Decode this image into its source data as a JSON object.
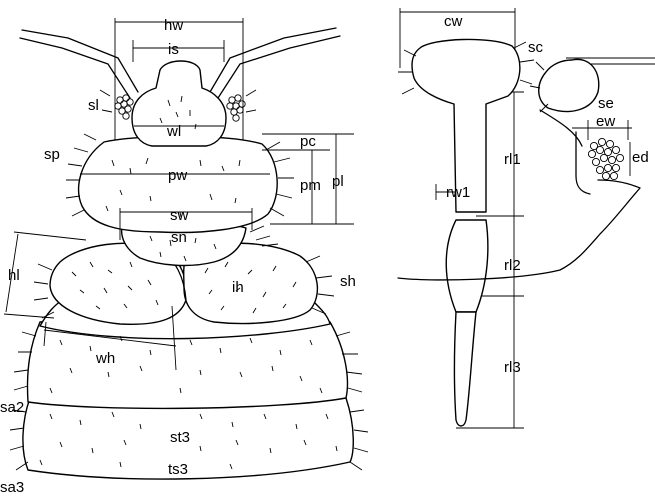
{
  "left_figure": {
    "labels": {
      "hw": "hw",
      "is": "is",
      "sl": "sl",
      "wl": "wl",
      "sp": "sp",
      "pc": "pc",
      "pw": "pw",
      "pm": "pm",
      "pl": "pl",
      "sw": "sw",
      "sn": "sn",
      "hl": "hl",
      "ih": "ih",
      "sh": "sh",
      "wh": "wh",
      "sa2": "sa2",
      "st3": "st3",
      "ts3": "ts3",
      "sa3": "sa3"
    }
  },
  "right_figure": {
    "labels": {
      "cw": "cw",
      "sc": "sc",
      "se": "se",
      "ew": "ew",
      "ed": "ed",
      "rl1": "rl1",
      "rw1": "rw1",
      "rl2": "rl2",
      "rl3": "rl3"
    }
  }
}
